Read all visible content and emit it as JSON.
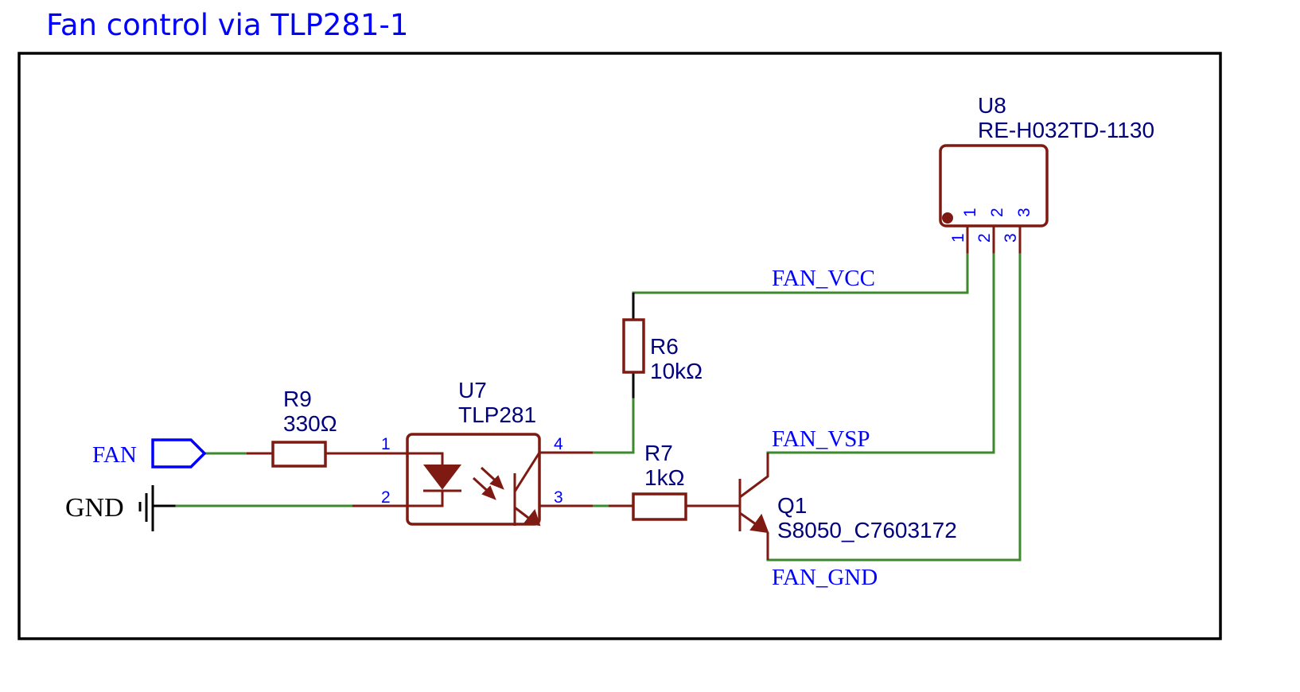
{
  "title": "Fan control via TLP281-1",
  "colors": {
    "title": "#0000ff",
    "wire": "#3c8a2e",
    "component": "#7e1a12",
    "designator": "#00007f",
    "net_label": "#0000ff",
    "frame": "#000000"
  },
  "components": {
    "u8": {
      "ref": "U8",
      "value": "RE-H032TD-1130",
      "pins": [
        "1",
        "2",
        "3"
      ]
    },
    "u7": {
      "ref": "U7",
      "value": "TLP281",
      "pins": [
        "1",
        "2",
        "3",
        "4"
      ]
    },
    "r9": {
      "ref": "R9",
      "value": "330Ω"
    },
    "r6": {
      "ref": "R6",
      "value": "10kΩ"
    },
    "r7": {
      "ref": "R7",
      "value": "1kΩ"
    },
    "q1": {
      "ref": "Q1",
      "value": "S8050_C7603172"
    }
  },
  "nets": {
    "fan_vcc": "FAN_VCC",
    "fan_vsp": "FAN_VSP",
    "fan_gnd": "FAN_GND",
    "fan_port": "FAN",
    "gnd": "GND"
  }
}
